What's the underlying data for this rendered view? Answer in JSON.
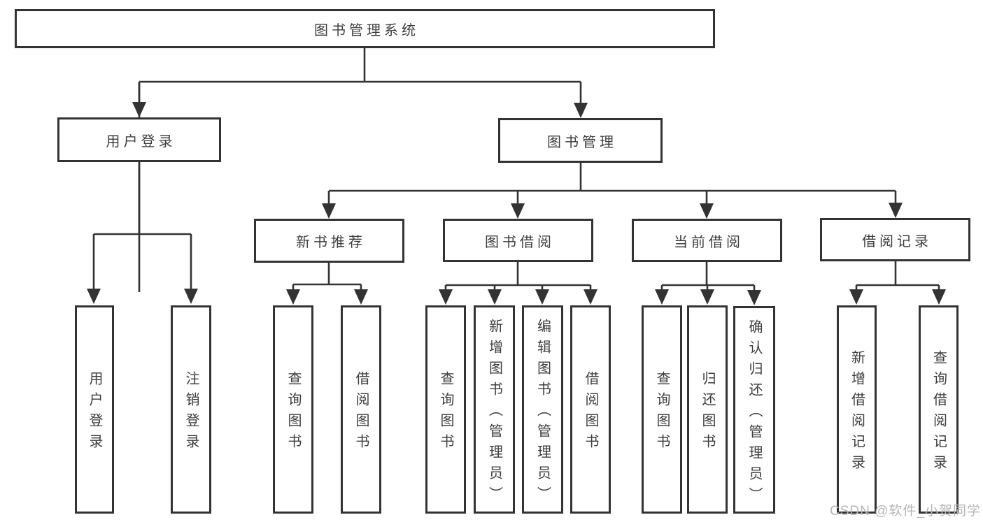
{
  "diagram": {
    "root": {
      "label": "图书管理系统"
    },
    "branches": [
      {
        "label": "用户登录",
        "children": [
          {
            "label": "用户登录"
          },
          {
            "label": "注销登录"
          }
        ]
      },
      {
        "label": "图书管理",
        "children": [
          {
            "label": "新书推荐",
            "children": [
              {
                "label": "查询图书"
              },
              {
                "label": "借阅图书"
              }
            ]
          },
          {
            "label": "图书借阅",
            "children": [
              {
                "label": "查询图书"
              },
              {
                "label": "新增图书（管理员）"
              },
              {
                "label": "编辑图书（管理员）"
              },
              {
                "label": "借阅图书"
              }
            ]
          },
          {
            "label": "当前借阅",
            "children": [
              {
                "label": "查询图书"
              },
              {
                "label": "归还图书"
              },
              {
                "label": "确认归还（管理员）"
              }
            ]
          },
          {
            "label": "借阅记录",
            "children": [
              {
                "label": "新增借阅记录"
              },
              {
                "label": "查询借阅记录"
              }
            ]
          }
        ]
      }
    ]
  },
  "watermark": {
    "text": "CSDN @软件_小贺同学"
  },
  "colors": {
    "line": "#333333",
    "text": "#3d3d3d",
    "background": "#ffffff",
    "watermark": "#b5b5b5"
  }
}
